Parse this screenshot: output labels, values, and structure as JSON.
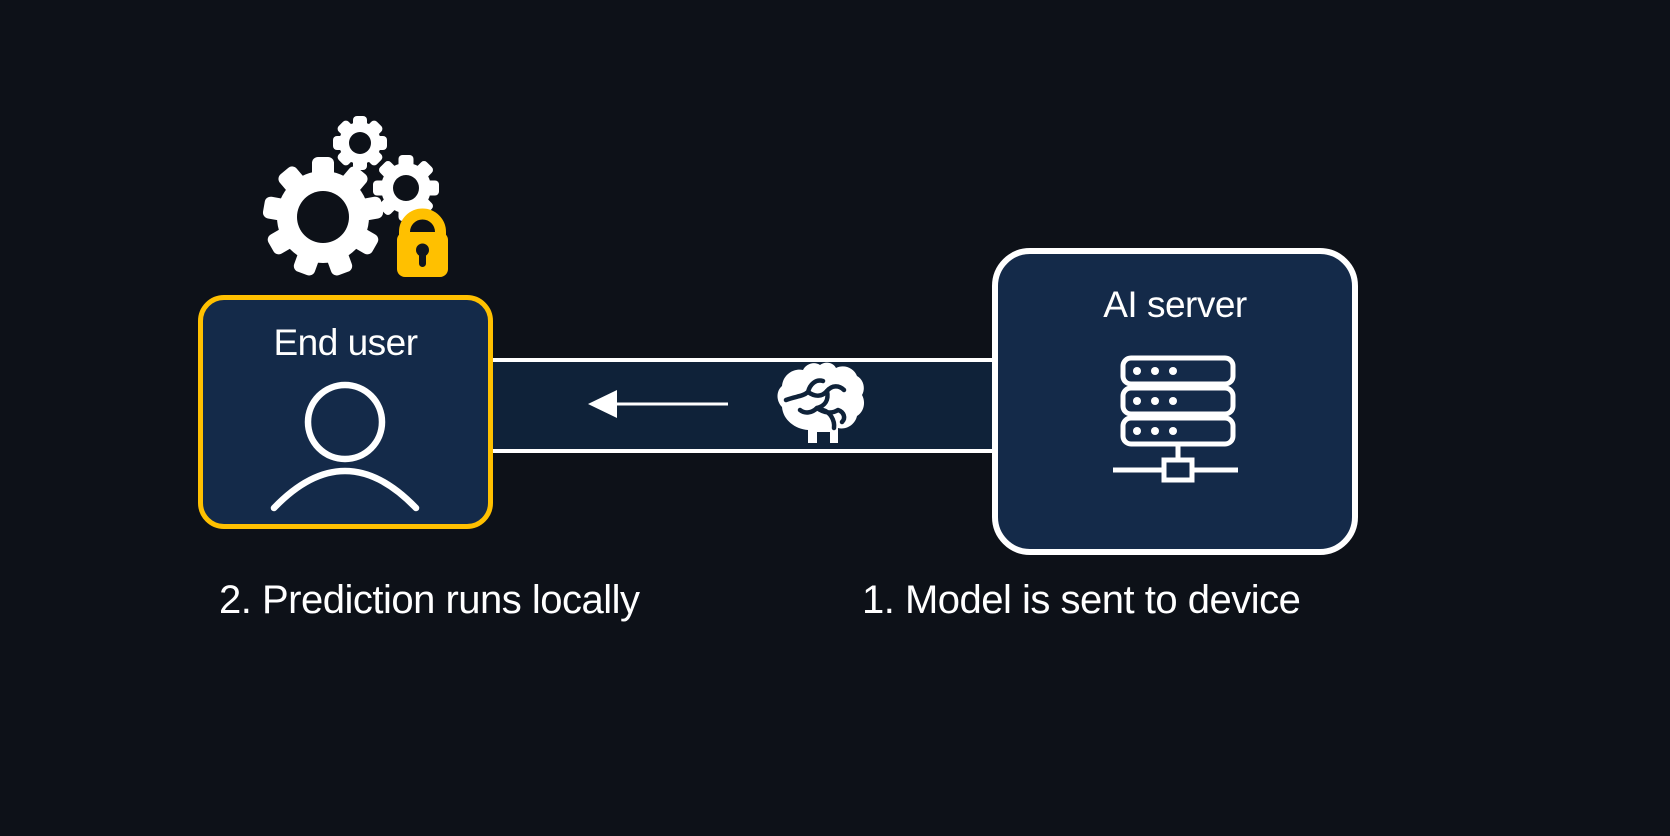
{
  "diagram": {
    "nodes": {
      "end_user": {
        "label": "End user",
        "icon": "user-icon"
      },
      "ai_server": {
        "label": "AI server",
        "icon": "server-icon"
      }
    },
    "connector": {
      "direction": "right-to-left",
      "arrow_icon": "left-arrow-icon",
      "payload_icon": "brain-icon"
    },
    "decorations": {
      "icons": [
        "gears-icon",
        "lock-icon"
      ]
    },
    "captions": {
      "step1": "1. Model is sent to device",
      "step2": "2. Prediction runs locally"
    },
    "colors": {
      "background": "#0D1118",
      "node_fill": "#142A49",
      "band_fill": "#0F2239",
      "accent_gold": "#FFC000",
      "foreground": "#FFFFFF"
    }
  }
}
